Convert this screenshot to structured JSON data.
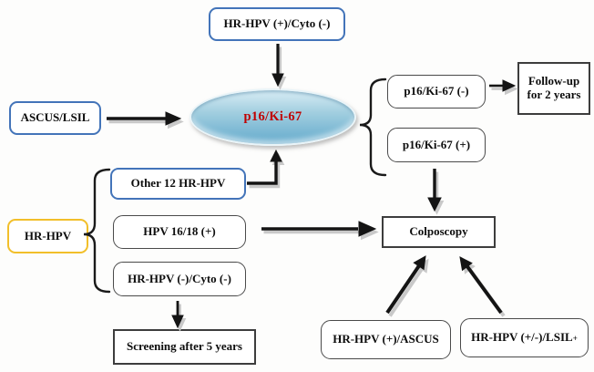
{
  "figure": {
    "type": "flowchart",
    "description": "Triage algorithm using p16/Ki-67 dual staining for HR-HPV and cytology screening results"
  },
  "nodes": {
    "top": {
      "label": "HR-HPV (+)/Cyto (-)"
    },
    "ellipse": {
      "label": "p16/Ki-67"
    },
    "ascus": {
      "label": "ASCUS/LSIL"
    },
    "p16_neg": {
      "label": "p16/Ki-67 (-)"
    },
    "followup": {
      "label": "Follow-up for 2 years"
    },
    "p16_pos": {
      "label": "p16/Ki-67 (+)"
    },
    "other12": {
      "label": "Other 12 HR-HPV"
    },
    "hr_hpv": {
      "label": "HR-HPV"
    },
    "hpv1618": {
      "label": "HPV 16/18 (+)"
    },
    "hrhpv_neg": {
      "label": "HR-HPV (-)/Cyto (-)"
    },
    "screening": {
      "label": "Screening after 5 years"
    },
    "colposcopy": {
      "label": "Colposcopy"
    },
    "hrhpv_ascus": {
      "label": "HR-HPV (+)/ASCUS"
    },
    "hrhpv_lsil": {
      "label": "HR-HPV (+/-)/LSIL",
      "superscript": "+"
    }
  },
  "colors": {
    "blue_border": "#4374b9",
    "yellow_border": "#f2bf2a",
    "dark_border": "#4a4a4a",
    "rect_border": "#3d3d3d",
    "red_text": "#c00000",
    "text": "#0d0d0d",
    "arrow": "#141414",
    "arrow_shadow": "#c9c9c9",
    "ellipse_gradient_top": "#d9edf5",
    "ellipse_gradient_bottom": "#63aacc",
    "background": "#fdfdfc"
  }
}
